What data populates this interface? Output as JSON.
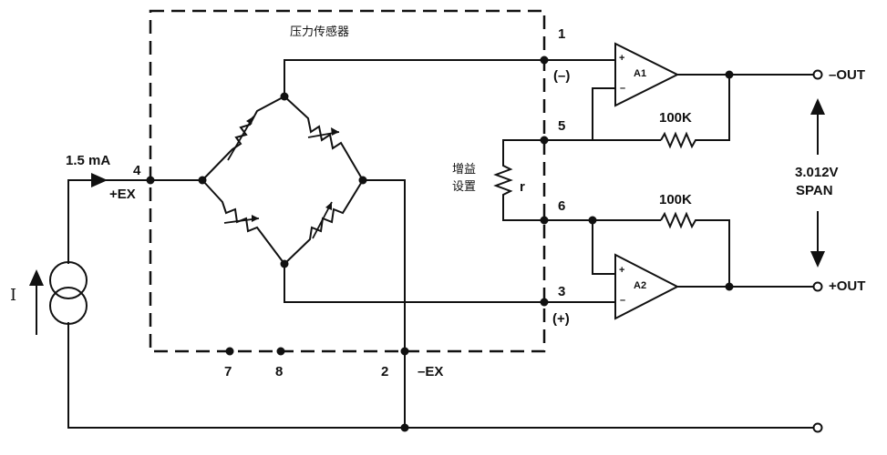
{
  "sensor_label": "压力传感器",
  "pins": {
    "p1": "1",
    "p2": "2",
    "p3": "3",
    "p4": "4",
    "p5": "5",
    "p6": "6",
    "p7": "7",
    "p8": "8"
  },
  "polarity": {
    "minus": "(–)",
    "plus": "(+)"
  },
  "excitation": {
    "current": "1.5 mA",
    "plus_ex": "+EX",
    "minus_ex": "–EX",
    "source_symbol": "I"
  },
  "gain": {
    "label_line1": "增益",
    "label_line2": "设置",
    "resistor": "r"
  },
  "feedback": {
    "r1": "100K",
    "r2": "100K"
  },
  "amplifiers": {
    "a1": "A1",
    "a2": "A2",
    "plus": "+",
    "minus": "–"
  },
  "outputs": {
    "neg": "–OUT",
    "pos": "+OUT"
  },
  "span": {
    "line1": "3.012V",
    "line2": "SPAN"
  }
}
